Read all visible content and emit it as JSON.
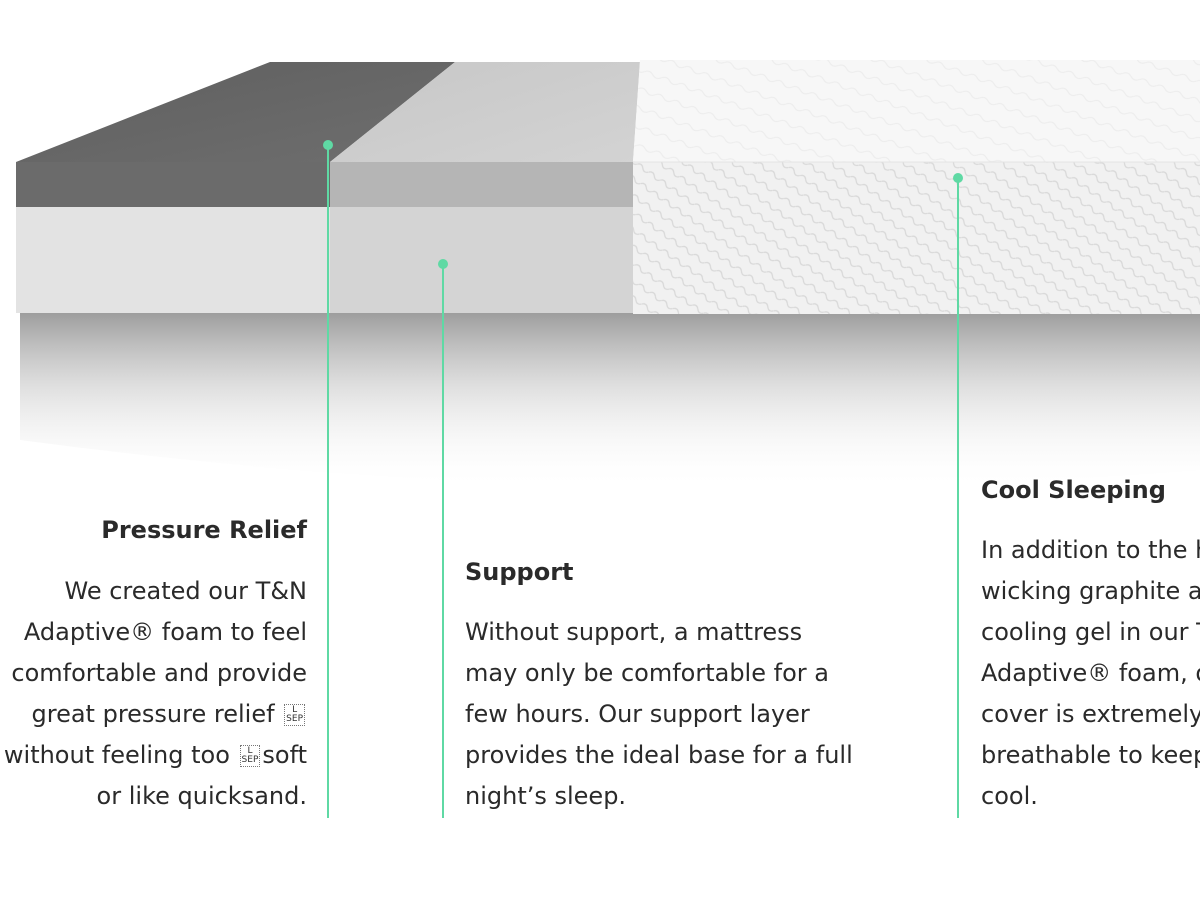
{
  "accent_color": "#5fd9a4",
  "features": {
    "pressure": {
      "title": "Pressure Relief",
      "lines": [
        "We created our T&N",
        "Adaptive® foam to feel",
        "comfortable and provide",
        "great pressure relief ",
        "without feeling too ",
        "or like quicksand."
      ],
      "line5_tail": "soft",
      "sep_top": "L",
      "sep_bottom": "SEP"
    },
    "support": {
      "title": "Support",
      "lines": [
        "Without support, a mattress",
        "may only be comfortable for a",
        "few hours. Our support layer",
        "provides the ideal base for a full",
        "night’s sleep."
      ]
    },
    "cool": {
      "title": "Cool Sleeping",
      "lines": [
        "In addition to the h",
        "wicking graphite ar",
        "cooling gel in our T",
        "Adaptive® foam, o",
        "cover is extremely",
        "breathable to keep",
        "cool."
      ]
    }
  }
}
